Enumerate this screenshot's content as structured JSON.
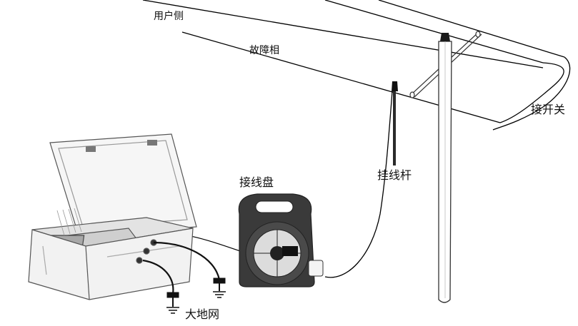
{
  "labels": {
    "user_side": "用户侧",
    "fault_phase": "故障相",
    "switch": "接开关",
    "hook_rod": "挂线杆",
    "cable_reel": "接线盘",
    "ground_grid": "大地网"
  },
  "colors": {
    "line": "#000000",
    "outline": "#555555",
    "device_body": "#f2f2f2",
    "device_panel": "#d9d9d9",
    "reel_body": "#3a3a3a",
    "hook_rod": "#2a2a2a",
    "text": "#111111"
  }
}
